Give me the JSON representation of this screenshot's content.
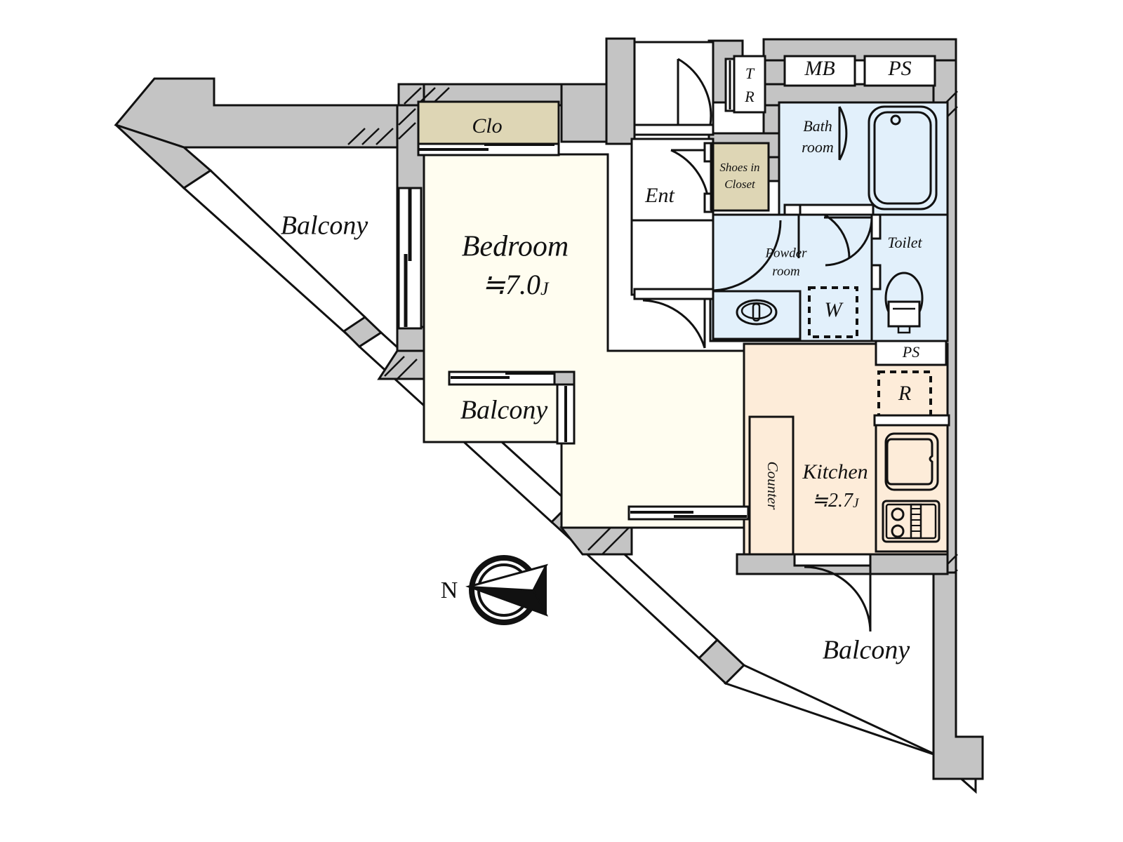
{
  "plan": {
    "type": "apartment-floor-plan",
    "orientation": {
      "compass_label": "N",
      "compass_points": "east-right",
      "needle_direction_deg": 100
    },
    "colors": {
      "wall_gray": "#c4c4c4",
      "living_ivory": "#fffdf0",
      "kitchen_peach": "#fdecd9",
      "bath_blue": "#e2f0fb",
      "closet_tan": "#ded6b5",
      "outline": "#111111",
      "white": "#ffffff"
    },
    "rooms": [
      {
        "key": "bedroom",
        "label": "Bedroom",
        "area": "≒7.0",
        "unit": "J",
        "fill": "living_ivory"
      },
      {
        "key": "kitchen",
        "label": "Kitchen",
        "area": "≒2.7",
        "unit": "J",
        "fill": "kitchen_peach"
      },
      {
        "key": "closet",
        "label": "Clo",
        "fill": "closet_tan"
      },
      {
        "key": "entrance",
        "label": "Ent",
        "fill": "white"
      },
      {
        "key": "shoes",
        "label_line1": "Shoes in",
        "label_line2": "Closet",
        "fill": "closet_tan"
      },
      {
        "key": "bathroom",
        "label_line1": "Bath",
        "label_line2": "room",
        "fill": "bath_blue"
      },
      {
        "key": "powder",
        "label_line1": "Powder",
        "label_line2": "room",
        "fill": "bath_blue"
      },
      {
        "key": "toilet",
        "label": "Toilet",
        "fill": "bath_blue"
      },
      {
        "key": "counter",
        "label": "Counter",
        "fill": "kitchen_peach",
        "rotated": true
      }
    ],
    "balconies": [
      {
        "key": "balcony-west",
        "label": "Balcony"
      },
      {
        "key": "balcony-mid",
        "label": "Balcony"
      },
      {
        "key": "balcony-south",
        "label": "Balcony"
      }
    ],
    "shafts": [
      {
        "key": "mb",
        "label": "MB"
      },
      {
        "key": "ps-top",
        "label": "PS"
      },
      {
        "key": "tr",
        "label_line1": "T",
        "label_line2": "R"
      },
      {
        "key": "ps-mid",
        "label": "PS"
      }
    ],
    "appliance_markers": [
      {
        "key": "washer",
        "label": "W",
        "style": "dashed-box"
      },
      {
        "key": "refrigerator",
        "label": "R",
        "style": "dashed-box"
      }
    ],
    "fixtures": [
      {
        "key": "bathtub",
        "name": "bathtub"
      },
      {
        "key": "sink-basin",
        "name": "vanity-basin"
      },
      {
        "key": "wc-toilet",
        "name": "western-toilet"
      },
      {
        "key": "kitchen-sink",
        "name": "kitchen-sink"
      },
      {
        "key": "stove",
        "name": "two-burner-stove"
      }
    ]
  }
}
